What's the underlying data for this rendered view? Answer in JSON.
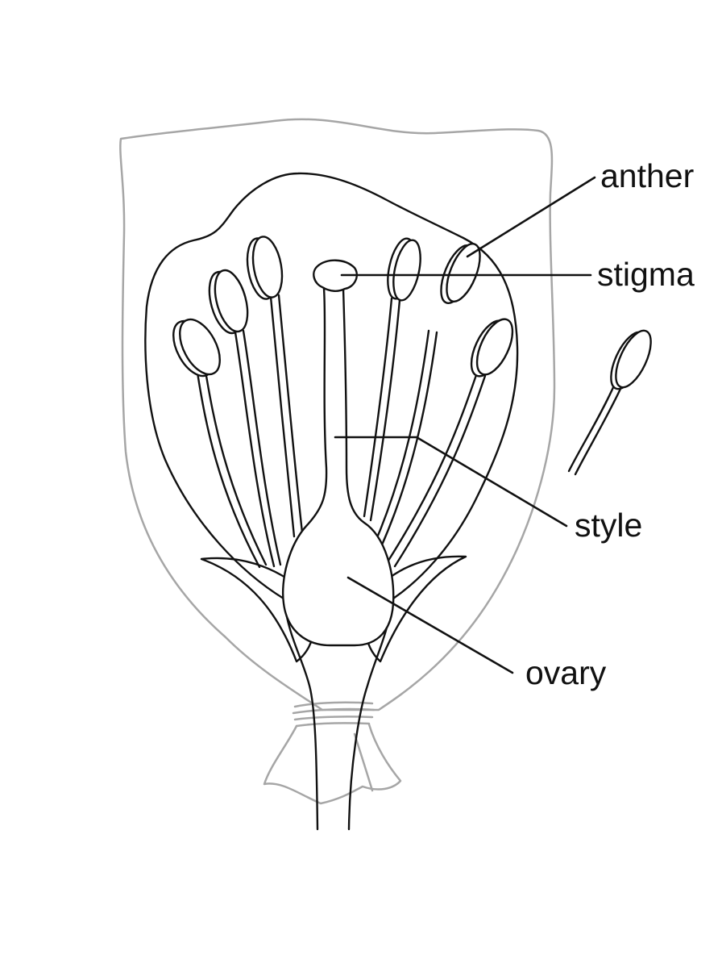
{
  "labels": {
    "anther": "anther",
    "stigma": "stigma",
    "style": "style",
    "ovary": "ovary"
  },
  "colors": {
    "ink": "#111111",
    "bag_outline": "#a6a6a6",
    "background": "#ffffff"
  }
}
